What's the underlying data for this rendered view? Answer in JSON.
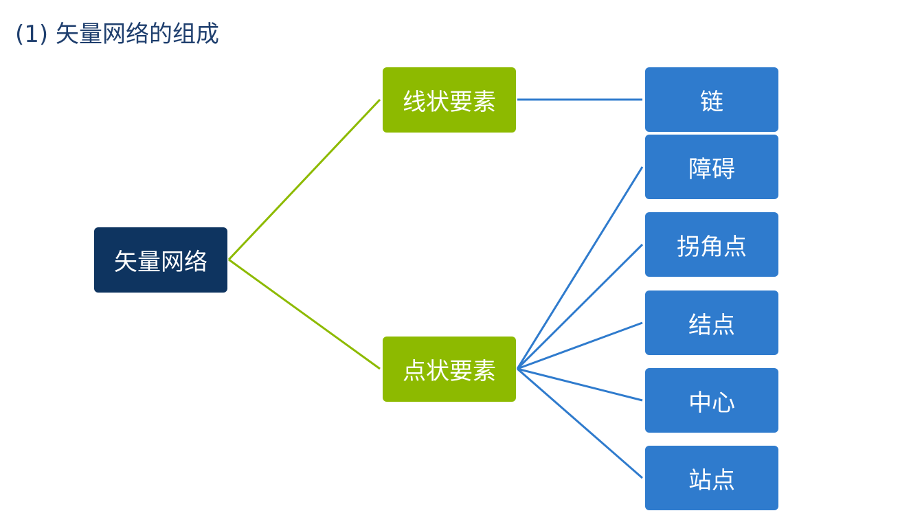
{
  "title": "(1) 矢量网络的组成",
  "colors": {
    "title": "#1f3f6e",
    "root": "#0e3460",
    "branch": "#8dba00",
    "leaf": "#2f7bcd",
    "green_line": "#8dba00",
    "blue_line": "#2f7bcd"
  },
  "root": {
    "label": "矢量网络"
  },
  "branches": {
    "line": {
      "label": "线状要素",
      "children": [
        "链"
      ]
    },
    "point": {
      "label": "点状要素",
      "children": [
        "障碍",
        "拐角点",
        "结点",
        "中心",
        "站点"
      ]
    }
  },
  "leaves": {
    "link": "链",
    "barrier": "障碍",
    "turn": "拐角点",
    "junction": "结点",
    "center": "中心",
    "stop": "站点"
  }
}
